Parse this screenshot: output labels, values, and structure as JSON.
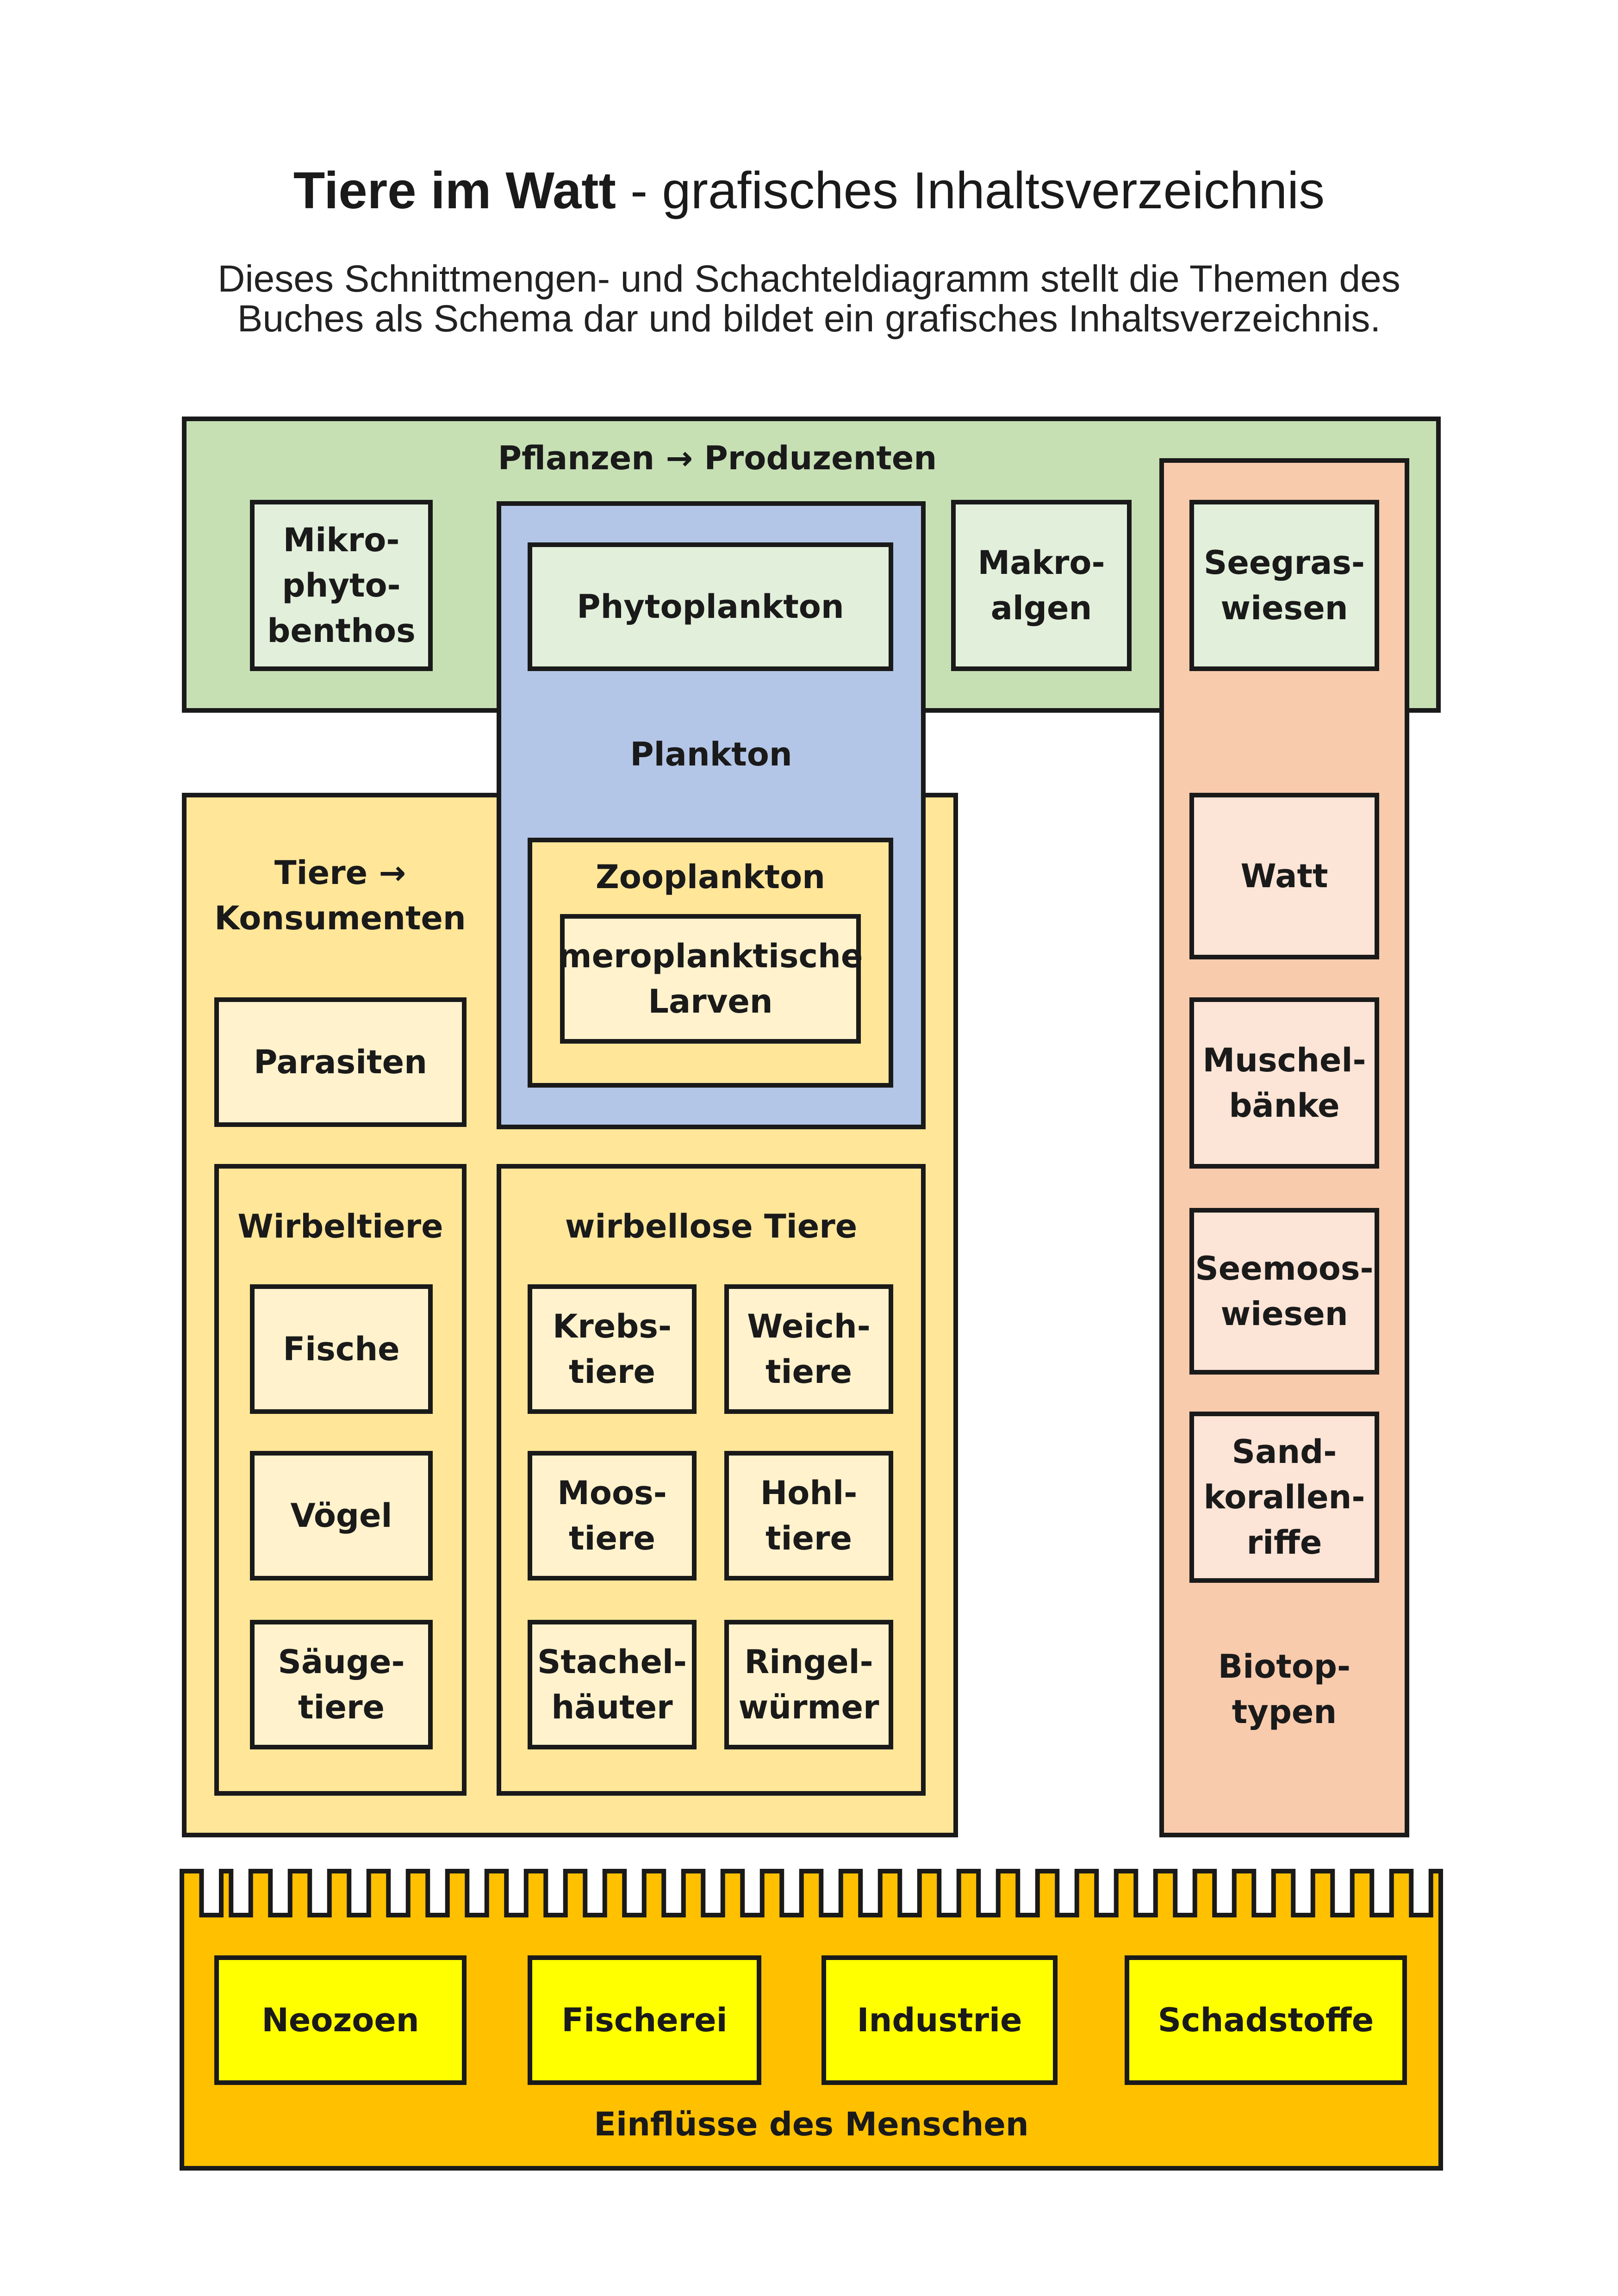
{
  "title": {
    "bold": "Tiere im Watt",
    "rest": " - grafisches Inhaltsverzeichnis"
  },
  "subtitle": {
    "line1": "Dieses Schnittmengen- und Schachteldiagramm stellt die Themen des",
    "line2": "Buches als Schema dar und bildet ein grafisches Inhaltsverzeichnis."
  },
  "plants": {
    "header": "Pflanzen → Produzenten",
    "mikrophytobenthos": "Mikro-\nphyto-\nbenthos",
    "phytoplankton": "Phytoplankton",
    "makroalgen": "Makro-\nalgen",
    "seegraswiesen": "Seegras-\nwiesen"
  },
  "plankton": {
    "label": "Plankton",
    "zooplankton": "Zooplankton",
    "meroplanktische_larven": "meroplanktische\nLarven"
  },
  "animals": {
    "header": "Tiere →\nKonsumenten",
    "parasiten": "Parasiten",
    "wirbeltiere": {
      "label": "Wirbeltiere",
      "items": [
        "Fische",
        "Vögel",
        "Säuge-\ntiere"
      ]
    },
    "wirbellose": {
      "label": "wirbellose Tiere",
      "items": [
        "Krebs-\ntiere",
        "Weich-\ntiere",
        "Moos-\ntiere",
        "Hohl-\ntiere",
        "Stachel-\nhäuter",
        "Ringel-\nwürmer"
      ]
    }
  },
  "biotopes": {
    "label": "Biotop-\ntypen",
    "items": [
      "Watt",
      "Muschel-\nbänke",
      "Seemoos-\nwiesen",
      "Sand-\nkorallen-\nriffe"
    ]
  },
  "human": {
    "label": "Einflüsse des Menschen",
    "items": [
      "Neozoen",
      "Fischerei",
      "Industrie",
      "Schadstoffe"
    ]
  }
}
